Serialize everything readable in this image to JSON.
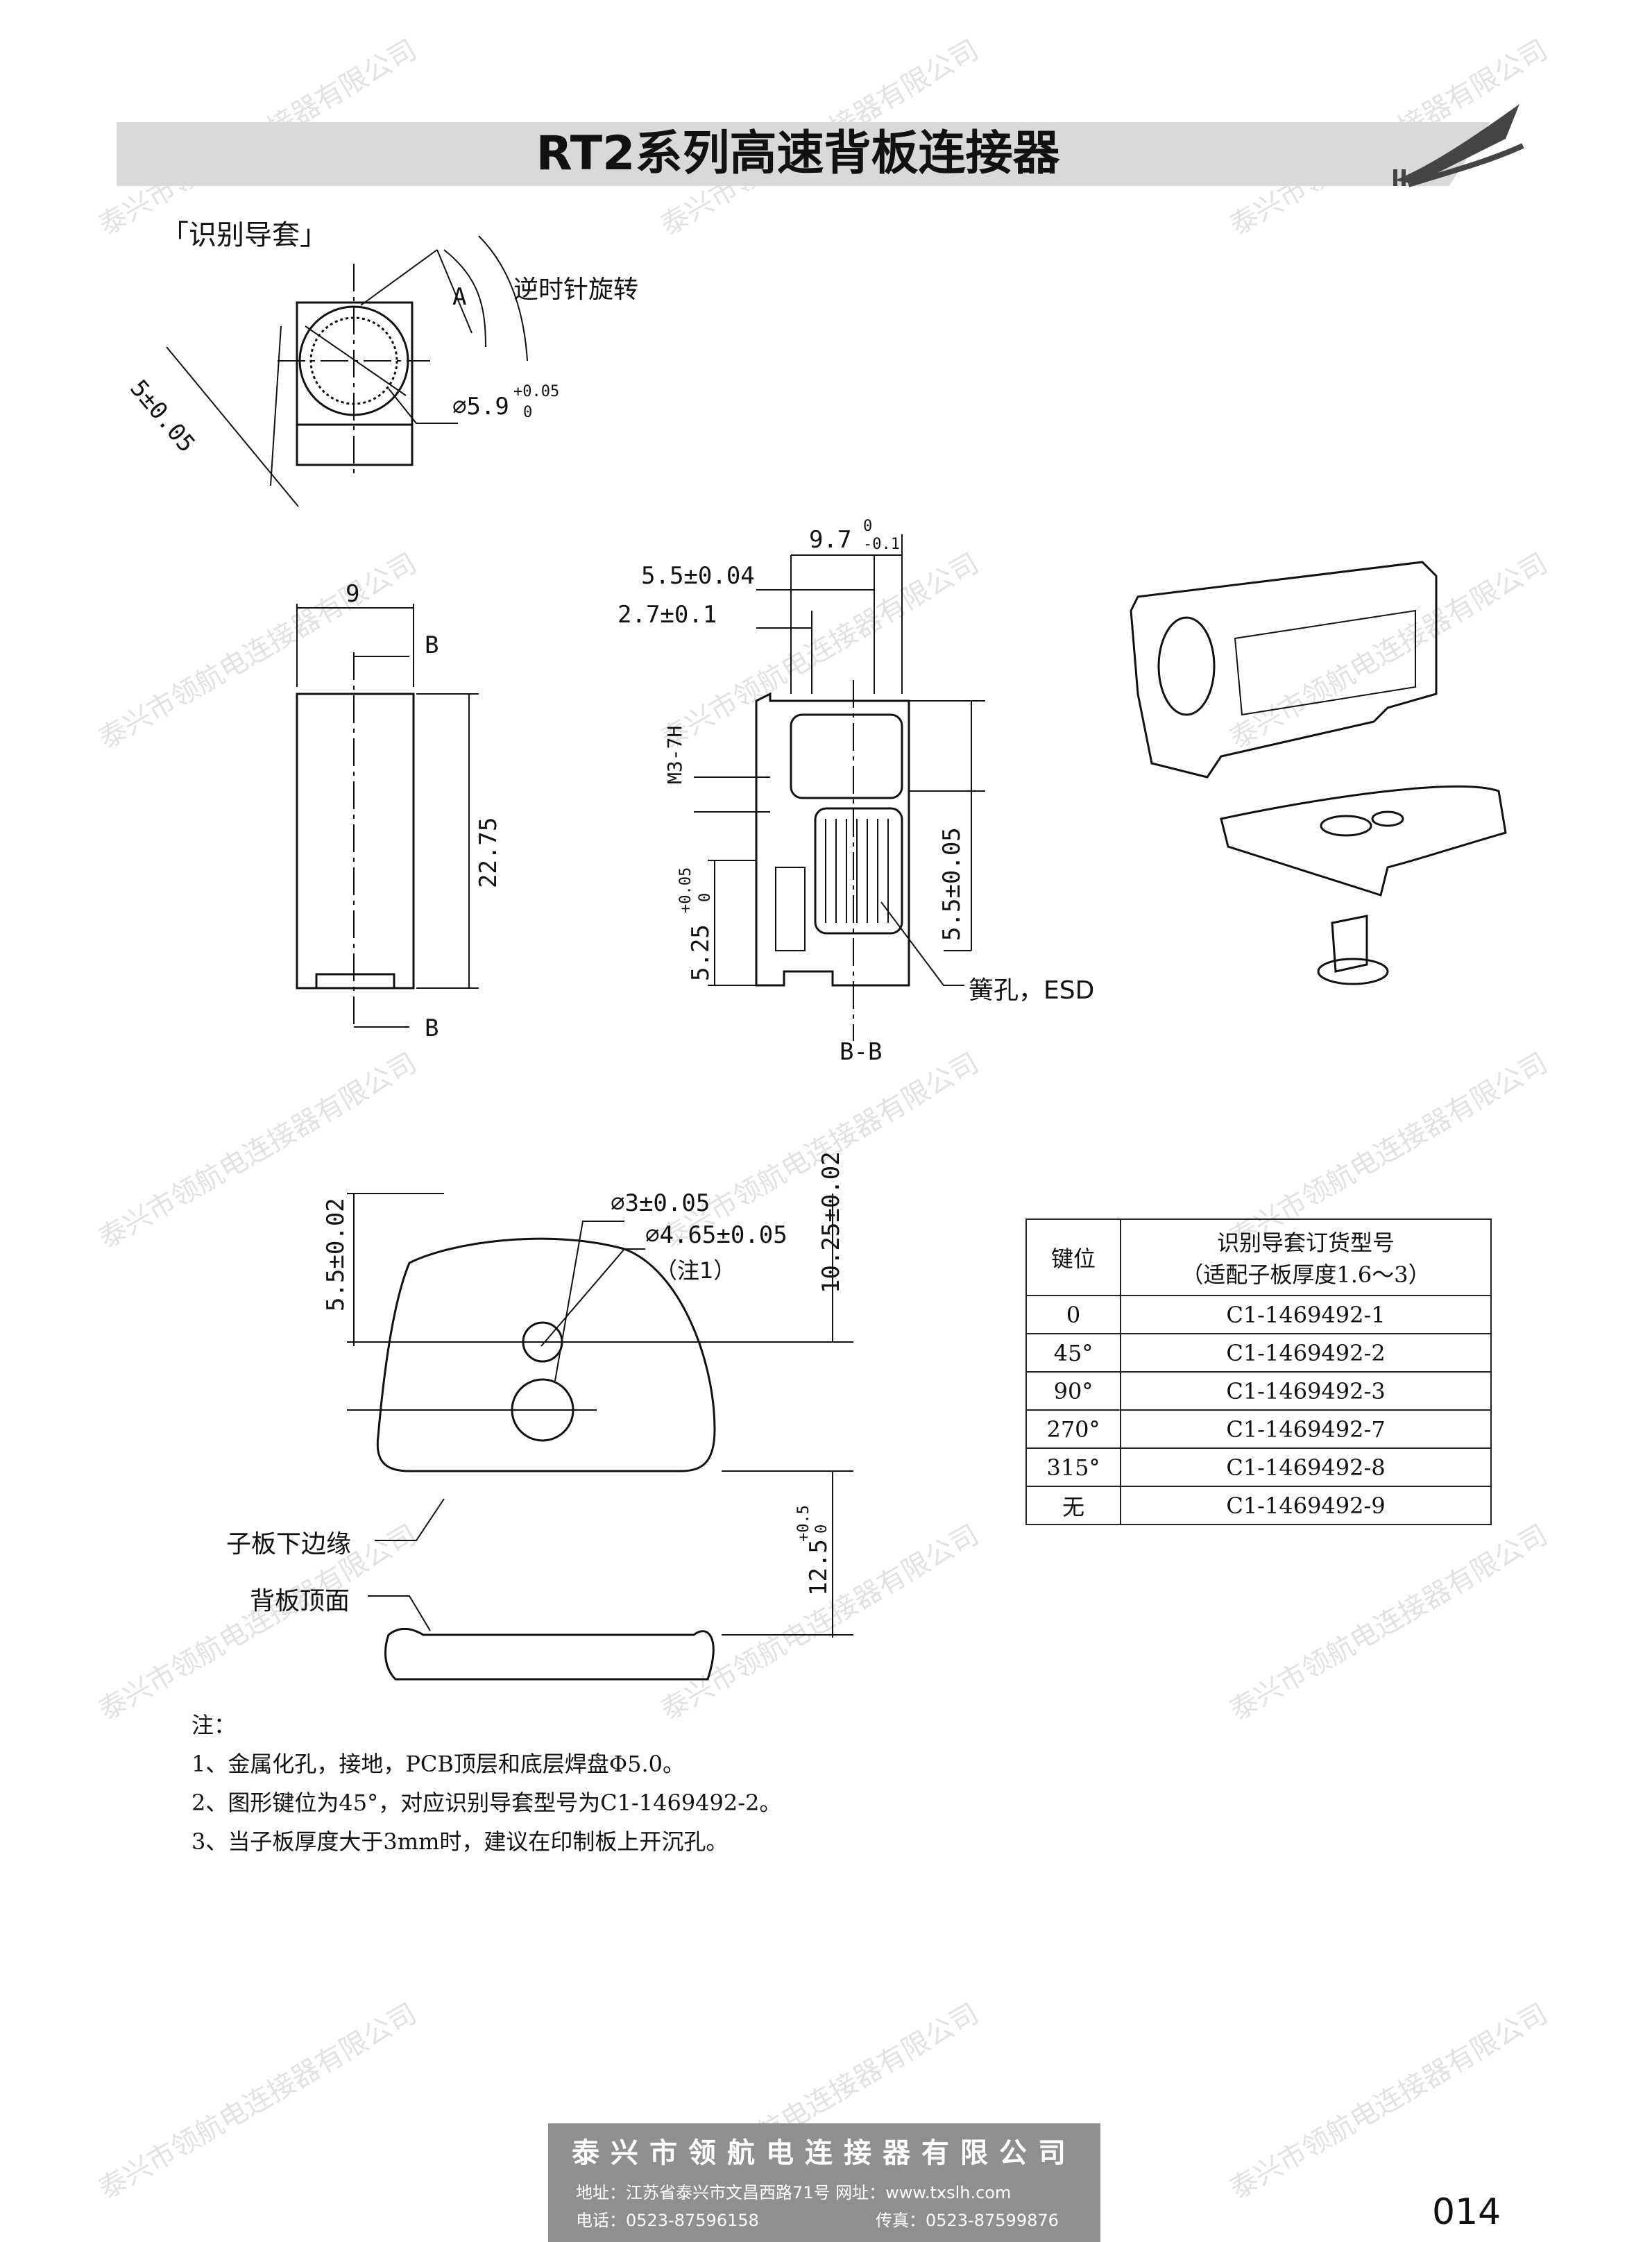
{
  "header": {
    "title": "RT2系列高速背板连接器"
  },
  "section": {
    "label": "「识别导套」"
  },
  "top_view": {
    "rotation_label": "逆时针旋转",
    "angle_label": "A",
    "dim_width": "5±0.05",
    "dim_diameter": "⌀5.9",
    "dim_diameter_tol_upper": "+0.05",
    "dim_diameter_tol_lower": "0"
  },
  "side_view": {
    "dim_width": "9",
    "dim_height": "22.75",
    "section_mark_top": "B",
    "section_mark_bottom": "B"
  },
  "section_view": {
    "label": "B-B",
    "dim_total": "9.7",
    "dim_total_tol_upper": "0",
    "dim_total_tol_lower": "-0.1",
    "dim_mid": "5.5±0.04",
    "dim_small": "2.7±0.1",
    "dim_thread": "M3-7H",
    "dim_height_a": "5.25",
    "dim_height_a_tol_upper": "+0.05",
    "dim_height_a_tol_lower": "0",
    "dim_height_b": "5.5±0.05",
    "spring_label": "簧孔，ESD"
  },
  "board_view": {
    "dim_hole_small": "⌀3±0.05",
    "dim_hole_large": "⌀4.65±0.05",
    "note_ref": "（注1）",
    "dim_left": "5.5±0.02",
    "dim_right": "10.25±0.02",
    "dim_bottom": "12.5",
    "dim_bottom_tol_upper": "+0.5",
    "dim_bottom_tol_lower": "0",
    "daughter_edge_label": "子板下边缘",
    "backplane_label": "背板顶面"
  },
  "order_table": {
    "header_key": "键位",
    "header_model_line1": "识别导套订货型号",
    "header_model_line2": "（适配子板厚度1.6～3）",
    "rows": [
      {
        "key": "0",
        "model": "C1-1469492-1"
      },
      {
        "key": "45°",
        "model": "C1-1469492-2"
      },
      {
        "key": "90°",
        "model": "C1-1469492-3"
      },
      {
        "key": "270°",
        "model": "C1-1469492-7"
      },
      {
        "key": "315°",
        "model": "C1-1469492-8"
      },
      {
        "key": "无",
        "model": "C1-1469492-9"
      }
    ]
  },
  "notes": {
    "heading": "注：",
    "items": [
      "1、金属化孔，接地，PCB顶层和底层焊盘Φ5.0。",
      "2、图形键位为45°，对应识别导套型号为C1-1469492-2。",
      "3、当子板厚度大于3mm时，建议在印制板上开沉孔。"
    ]
  },
  "watermark": {
    "text": "泰兴市领航电连接器有限公司"
  },
  "footer": {
    "company": "泰兴市领航电连接器有限公司",
    "address": "地址：江苏省泰兴市文昌西路71号  网址：www.txslh.com",
    "phone": "电话：0523-87596158",
    "fax": "传真：0523-87599876"
  },
  "page_number": "014"
}
